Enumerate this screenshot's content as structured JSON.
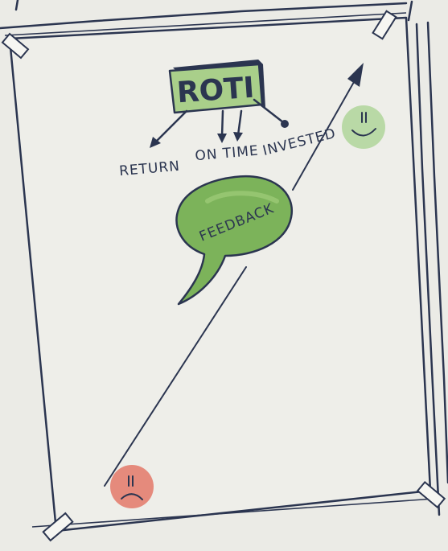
{
  "colors": {
    "ink": "#2b3550",
    "paper": "#ebebe6",
    "sheet": "#eeeee9",
    "box_green": "#a9cf8a",
    "bubble_green": "#7cb35a",
    "happy_green": "#b9d9a6",
    "sad_red": "#e58a7c"
  },
  "diagram": {
    "title": "ROTI",
    "branches": [
      {
        "label": "RETURN"
      },
      {
        "label": "ON TIME"
      },
      {
        "label": "INVESTED"
      }
    ],
    "bubble_label": "FEEDBACK",
    "face_top": {
      "mood": "happy"
    },
    "face_bottom": {
      "mood": "sad"
    }
  }
}
